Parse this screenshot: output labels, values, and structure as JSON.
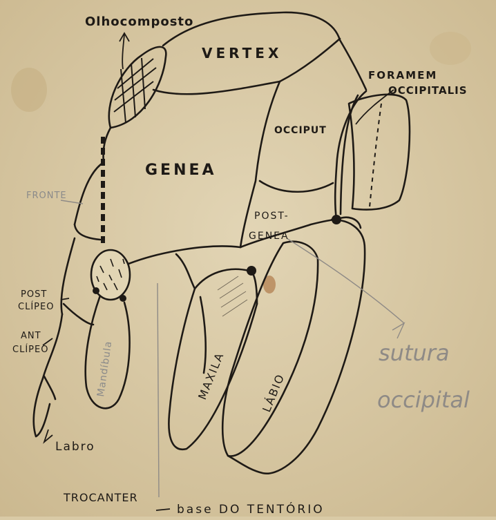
{
  "labels": {
    "olho_composto": "Olhocomposto",
    "vertex": "VERTEX",
    "foramem": "FORAMEM",
    "occipitalis": "OCCIPITALIS",
    "occiput": "OCCIPUT",
    "genea": "GENEA",
    "fronte": "FRONTE",
    "post_genea_1": "POST-",
    "post_genea_2": "GENEA",
    "post_clipeo_1": "POST",
    "post_clipeo_2": "CLÍPEO",
    "ant_clipeo_1": "ANT",
    "ant_clipeo_2": "CLÍPEO",
    "mandibula": "Mandíbula",
    "maxila": "MAXILA",
    "labio": "LÁBIO",
    "labro": "Labro",
    "sutura": "sutura",
    "occipital": "occipital",
    "trocanter": "TROCANTER",
    "base_tentorio": "base DO TENTÓRIO"
  },
  "colors": {
    "paper": "#d9caa6",
    "ink": "#1e1a16",
    "pencil": "#8e8a86",
    "faded_ink": "#8a8a8a",
    "stain": "#a2622e"
  }
}
